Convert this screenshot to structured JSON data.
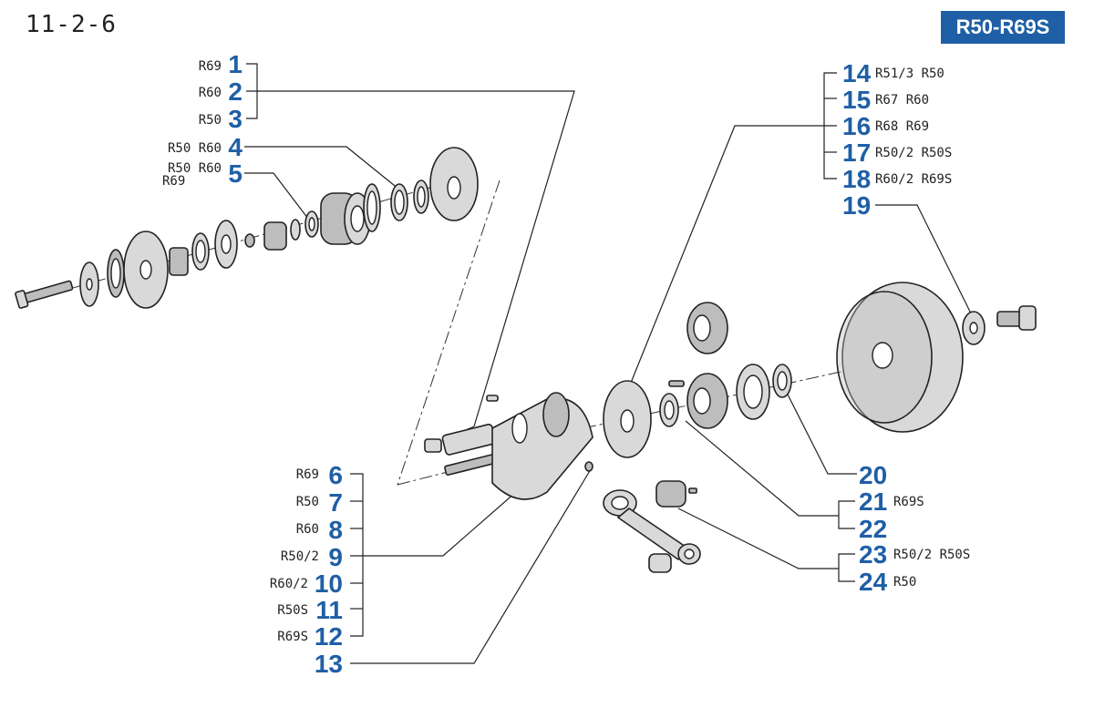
{
  "page_title": "11-2-6",
  "model_badge": "R50-R69S",
  "callouts": [
    {
      "num": "1",
      "lbl1": "R69",
      "lbl2": ""
    },
    {
      "num": "2",
      "lbl1": "R60",
      "lbl2": ""
    },
    {
      "num": "3",
      "lbl1": "R50",
      "lbl2": ""
    },
    {
      "num": "4",
      "lbl1": "R50  R60",
      "lbl2": ""
    },
    {
      "num": "5",
      "lbl1": "R50  R60",
      "lbl2": "R69"
    },
    {
      "num": "6",
      "lbl1": "R69",
      "lbl2": ""
    },
    {
      "num": "7",
      "lbl1": "R50",
      "lbl2": ""
    },
    {
      "num": "8",
      "lbl1": "R60",
      "lbl2": ""
    },
    {
      "num": "9",
      "lbl1": "R50/2",
      "lbl2": ""
    },
    {
      "num": "10",
      "lbl1": "R60/2",
      "lbl2": ""
    },
    {
      "num": "11",
      "lbl1": "R50S",
      "lbl2": ""
    },
    {
      "num": "12",
      "lbl1": "R69S",
      "lbl2": ""
    },
    {
      "num": "13",
      "lbl1": "",
      "lbl2": ""
    },
    {
      "num": "14",
      "lbl1": "R51/3  R50",
      "lbl2": ""
    },
    {
      "num": "15",
      "lbl1": "R67  R60",
      "lbl2": ""
    },
    {
      "num": "16",
      "lbl1": "R68  R69",
      "lbl2": ""
    },
    {
      "num": "17",
      "lbl1": "R50/2  R50S",
      "lbl2": ""
    },
    {
      "num": "18",
      "lbl1": "R60/2  R69S",
      "lbl2": ""
    },
    {
      "num": "19",
      "lbl1": "",
      "lbl2": ""
    },
    {
      "num": "20",
      "lbl1": "",
      "lbl2": ""
    },
    {
      "num": "21",
      "lbl1": "R69S",
      "lbl2": ""
    },
    {
      "num": "22",
      "lbl1": "",
      "lbl2": ""
    },
    {
      "num": "23",
      "lbl1": "R50/2  R50S",
      "lbl2": ""
    },
    {
      "num": "24",
      "lbl1": "R50",
      "lbl2": ""
    }
  ]
}
